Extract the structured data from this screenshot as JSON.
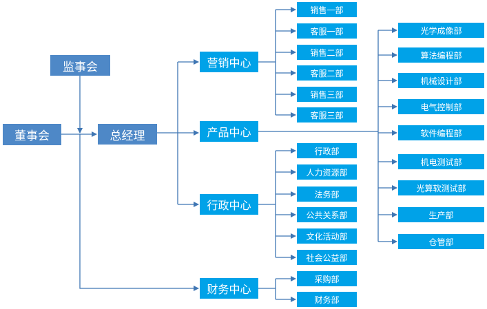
{
  "org": {
    "board": "董事会",
    "supervisors": "监事会",
    "gm": "总经理",
    "centers": {
      "marketing": "营销中心",
      "product": "产品中心",
      "admin": "行政中心",
      "finance": "财务中心"
    },
    "marketing_depts": [
      "销售一部",
      "客服一部",
      "销售二部",
      "客服二部",
      "销售三部",
      "客服三部"
    ],
    "admin_depts": [
      "行政部",
      "人力资源部",
      "法务部",
      "公共关系部",
      "文化活动部",
      "社会公益部"
    ],
    "finance_depts": [
      "采购部",
      "财务部"
    ],
    "product_depts": [
      "光学成像部",
      "算法编程部",
      "机械设计部",
      "电气控制部",
      "软件编程部",
      "机电测试部",
      "光算软测试部",
      "生产部",
      "仓管部"
    ]
  },
  "colors": {
    "dept_box": "#00A2E8",
    "exec_box": "#4E88C7",
    "connector": "#3F76B3"
  }
}
